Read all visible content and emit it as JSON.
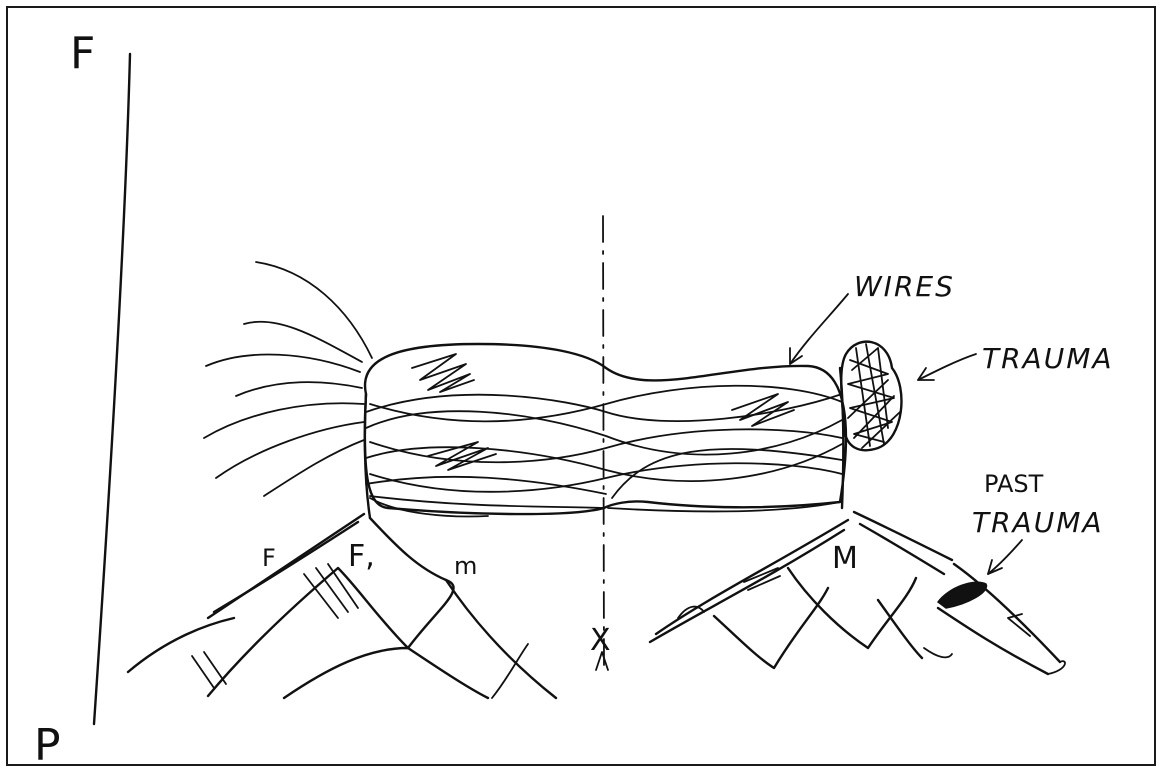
{
  "labels": {
    "axis_top": "F",
    "axis_bottom": "P",
    "left_base_small": "F",
    "left_base": "F,",
    "left_base_m": "m",
    "right_base": "M",
    "center_marker": "X",
    "wires": "WIRES",
    "trauma": "TRAUMA",
    "past_trauma_line1": "PAST",
    "past_trauma_line2": "TRAUMA"
  },
  "colors": {
    "ink": "#111111",
    "background": "#ffffff",
    "frame": "#1a1a1a"
  }
}
